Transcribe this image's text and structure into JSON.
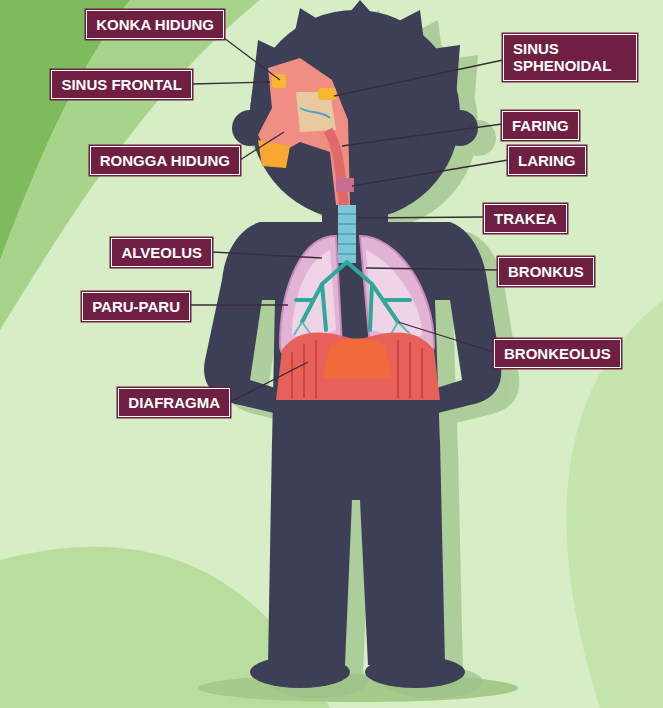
{
  "diagram": {
    "nodes": [
      {
        "text": [
          "KONKA HIDUNG"
        ]
      },
      {
        "text": [
          "SINUS SPHENOIDAL"
        ]
      },
      {
        "text": [
          "SINUS FRONTAL"
        ]
      },
      {
        "text": [
          "FARING"
        ]
      },
      {
        "text": [
          "LARING"
        ]
      },
      {
        "text": [
          "RONGGA HIDUNG"
        ]
      },
      {
        "text": [
          "TRAKEA"
        ]
      },
      {
        "text": [
          "ALVEOLUS"
        ]
      },
      {
        "text": [
          "BRONKUS"
        ]
      },
      {
        "text": [
          "PARU-PARU"
        ]
      },
      {
        "text": [
          "BRONKEOLUS"
        ]
      },
      {
        "text": [
          "DIAFRAGMA"
        ]
      }
    ]
  }
}
